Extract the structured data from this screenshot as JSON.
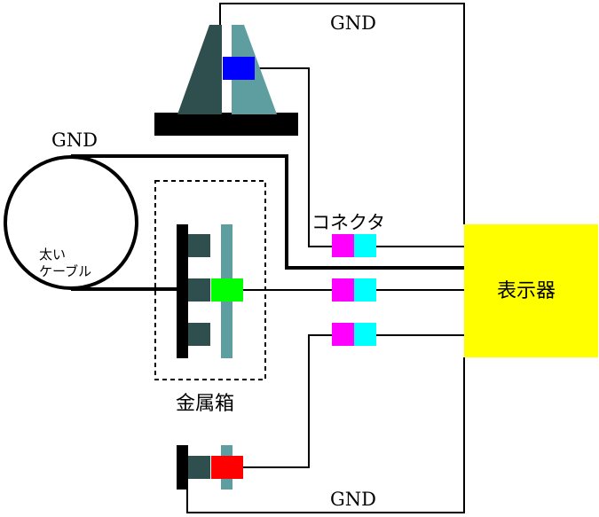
{
  "labels": {
    "gnd_top": "GND",
    "gnd_left": "GND",
    "gnd_bottom": "GND",
    "connector": "コネクタ",
    "cable_line1": "太い",
    "cable_line2": "ケーブル",
    "metal_box": "金属箱",
    "display": "表示器"
  },
  "colors": {
    "display_fill": "#ffff00",
    "connector_left": "#ff00ff",
    "connector_right": "#00ffff",
    "block_dark": "#2f4f4f",
    "block_teal": "#5f9ea0",
    "sensor_blue": "#0000ff",
    "sensor_green": "#00ff00",
    "sensor_red": "#ff0000",
    "wire": "#000000"
  }
}
